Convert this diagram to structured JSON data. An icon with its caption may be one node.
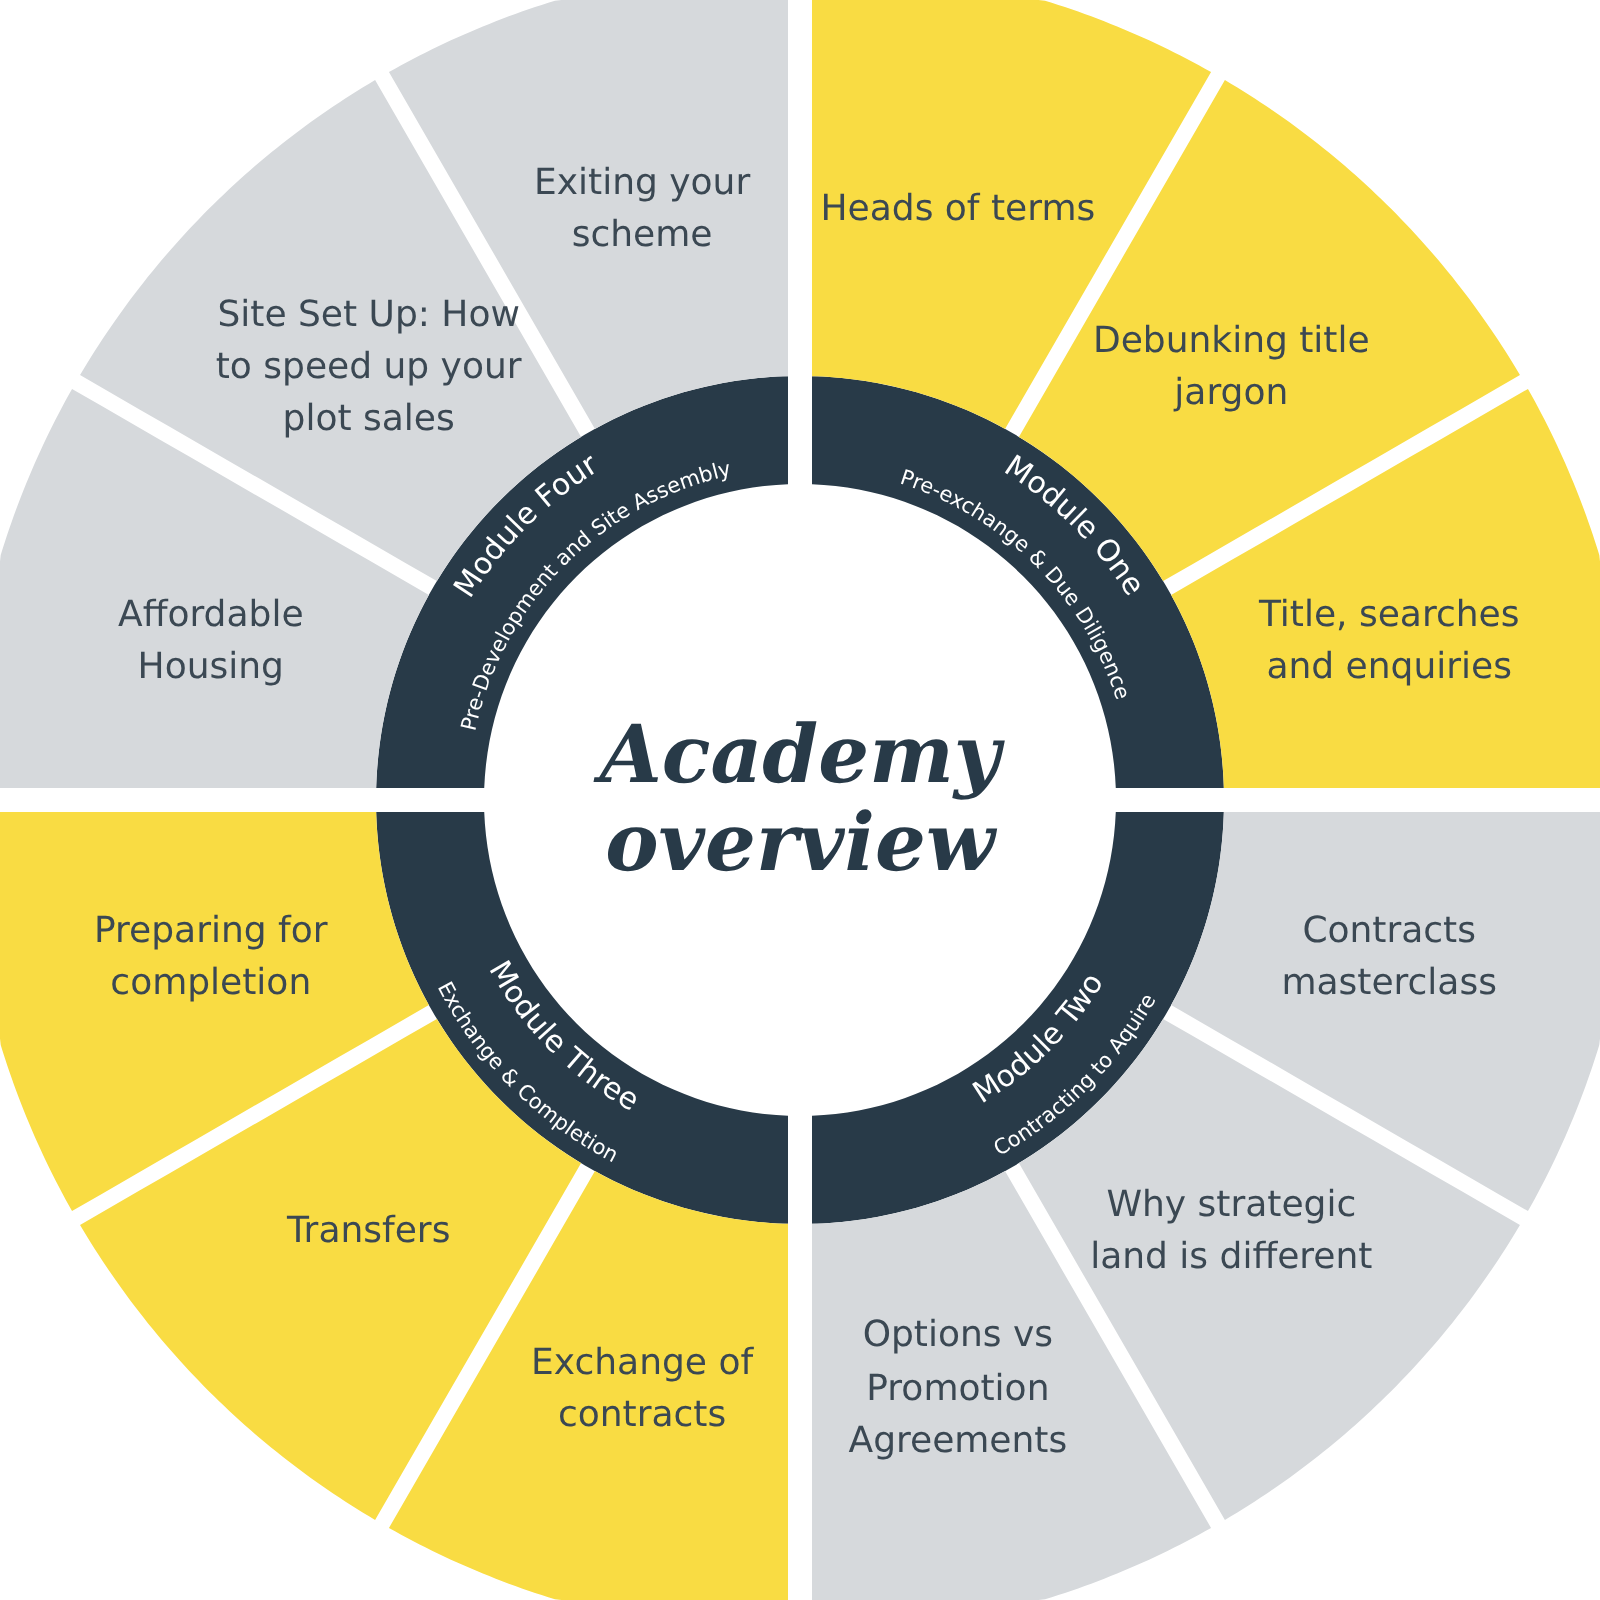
{
  "diagram": {
    "nodes": [
      {
        "text": [
          "Academy overview"
        ]
      },
      {
        "text": [
          "Module One",
          "Pre-exchange & Due Diligence"
        ]
      },
      {
        "text": [
          "Module Two",
          "Contracting to Aquire"
        ]
      },
      {
        "text": [
          "Module Three",
          "Exchange & Completion"
        ]
      },
      {
        "text": [
          "Module Four",
          "Pre-Development and Site Assembly"
        ]
      },
      {
        "text": [
          "Heads of terms"
        ]
      },
      {
        "text": [
          "Debunking title jargon"
        ]
      },
      {
        "text": [
          "Title, searches and enquiries"
        ]
      },
      {
        "text": [
          "Contracts masterclass"
        ]
      },
      {
        "text": [
          "Why strategic land is different"
        ]
      },
      {
        "text": [
          "Options vs Promotion Agreements"
        ]
      },
      {
        "text": [
          "Exchange of contracts"
        ]
      },
      {
        "text": [
          "Transfers"
        ]
      },
      {
        "text": [
          "Preparing for completion"
        ]
      },
      {
        "text": [
          "Affordable Housing"
        ]
      },
      {
        "text": [
          "Site Set Up: How to speed up your plot sales"
        ]
      },
      {
        "text": [
          "Exiting your scheme"
        ]
      }
    ]
  }
}
